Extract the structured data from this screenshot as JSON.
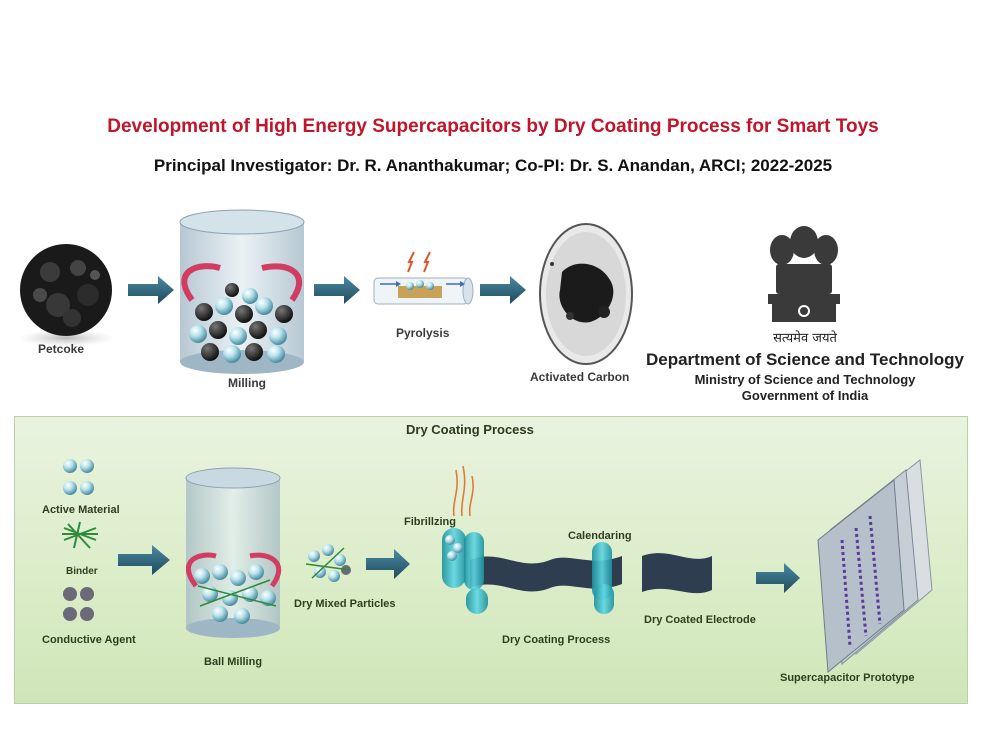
{
  "header": {
    "title": "Development of High Energy Supercapacitors by Dry Coating Process for Smart Toys",
    "subtitle": "Principal Investigator: Dr. R. Ananthakumar;  Co-PI: Dr. S. Anandan, ARCI; 2022-2025"
  },
  "top_process": {
    "petcoke": "Petcoke",
    "milling": "Milling",
    "pyrolysis": "Pyrolysis",
    "activated_carbon": "Activated Carbon"
  },
  "dst": {
    "hindi": "सत्यमेव जयते",
    "department": "Department of Science and Technology",
    "ministry": "Ministry of Science and Technology",
    "government": "Government of India"
  },
  "dry_coating": {
    "section_title": "Dry Coating Process",
    "active_material": "Active Material",
    "binder": "Binder",
    "conductive_agent": "Conductive Agent",
    "ball_milling": "Ball Milling",
    "dry_mixed_particles": "Dry Mixed Particles",
    "fibrillzing": "Fibrillzing",
    "calendaring": "Calendaring",
    "dry_coating_process": "Dry Coating Process",
    "dry_coated_electrode": "Dry Coated Electrode",
    "supercapacitor_prototype": "Supercapacitor Prototype"
  },
  "colors": {
    "title": "#c0152a",
    "arrow": "#2f5d6e",
    "panel_green": "#dcedc9",
    "roller": "#2ab6c4",
    "electrode": "#2e3d4f"
  }
}
